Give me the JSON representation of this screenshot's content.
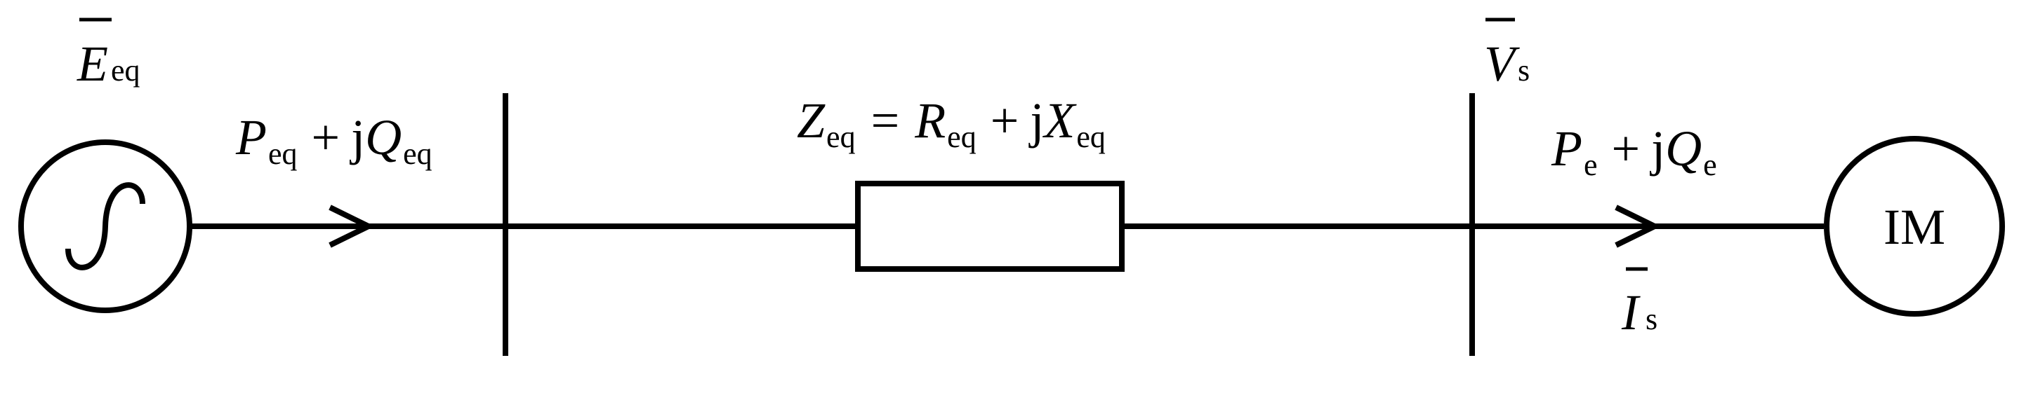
{
  "colors": {
    "line": "#000000",
    "background": "#ffffff"
  },
  "source": {
    "emf": {
      "symbol": "E",
      "subscript": "eq"
    },
    "icon": "ac-sine-source-icon"
  },
  "flow_in": {
    "p": "P",
    "p_sub": "eq",
    "plus": "+",
    "j": "j",
    "q": "Q",
    "q_sub": "eq"
  },
  "impedance": {
    "z": "Z",
    "z_sub": "eq",
    "equals": "=",
    "r": "R",
    "r_sub": "eq",
    "plus": "+",
    "j": "j",
    "x": "X",
    "x_sub": "eq"
  },
  "bus_voltage": {
    "symbol": "V",
    "subscript": "s"
  },
  "flow_out": {
    "p": "P",
    "p_sub": "e",
    "plus": "+",
    "j": "j",
    "q": "Q",
    "q_sub": "e"
  },
  "current": {
    "symbol": "I",
    "subscript": "s"
  },
  "motor": {
    "label": "IM"
  }
}
